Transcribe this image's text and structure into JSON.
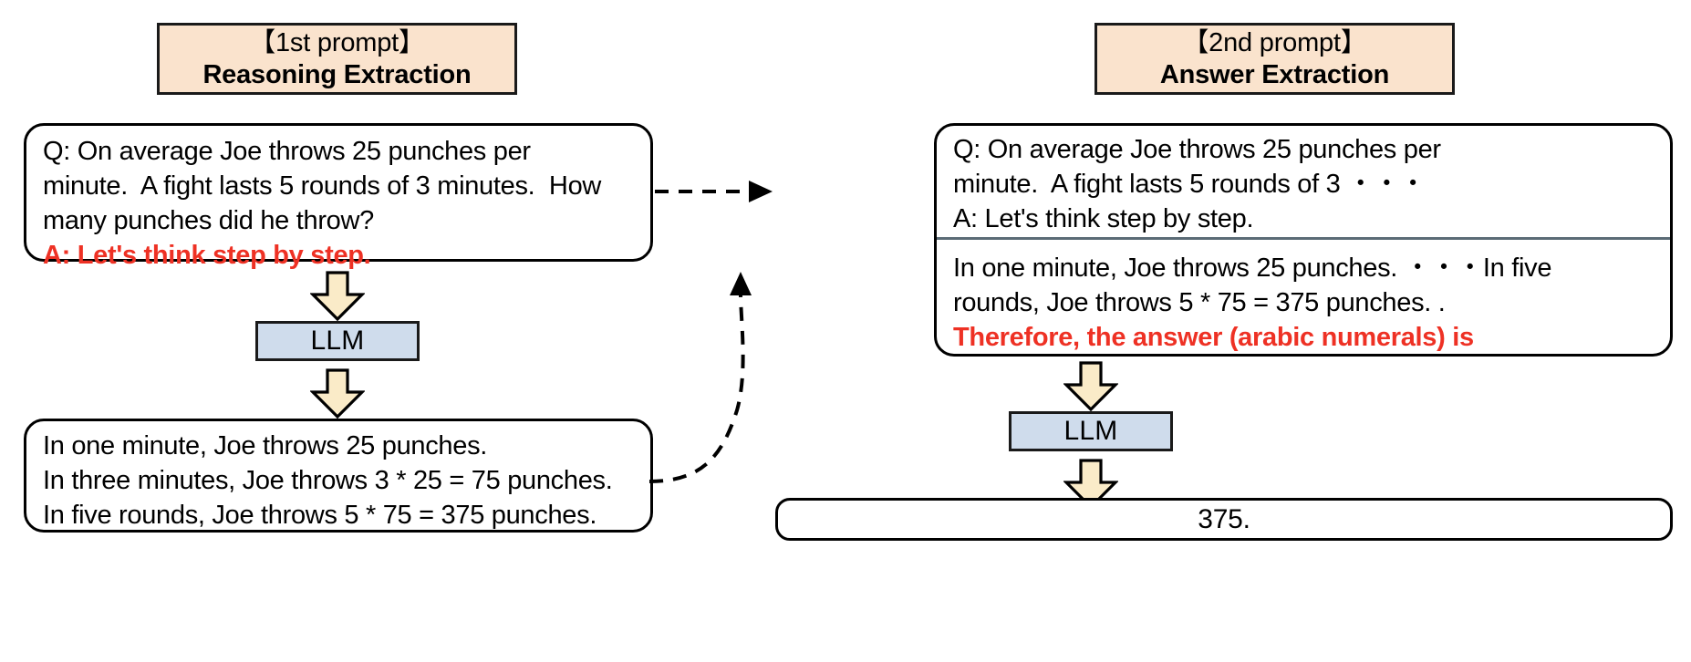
{
  "figure": {
    "title": "Zero-shot Chain-of-Thought two-stage prompting diagram",
    "colors": {
      "header_fill": "#fae3cd",
      "llm_fill": "#cfdcec",
      "arrow_fill": "#faebc8",
      "highlight_red": "#ee3124",
      "divider": "#5b6b76",
      "outline": "#000000",
      "background": "#ffffff"
    }
  },
  "left_stage": {
    "header": {
      "bracket_label": "【1st prompt】",
      "name": "Reasoning Extraction"
    },
    "prompt_box": {
      "question_text": "Q: On average Joe throws 25 punches per\nminute.  A fight lasts 5 rounds of 3 minutes.  How\nmany punches did he throw?",
      "highlight_text": "A: Let's think step by step."
    },
    "model": {
      "label": "LLM"
    },
    "output_box": {
      "text": "In one minute, Joe throws 25 punches.\nIn three minutes, Joe throws 3 * 25 = 75 punches.\nIn five rounds, Joe throws 5 * 75 = 375 punches."
    }
  },
  "right_stage": {
    "header": {
      "bracket_label": "【2nd prompt】",
      "name": "Answer Extraction"
    },
    "prompt_box": {
      "upper_text": "Q: On average Joe throws 25 punches per\nminute.  A fight lasts 5 rounds of 3 ・・・\nA: Let's think step by step.",
      "lower_text": "In one minute, Joe throws 25 punches. ・・・In five\nrounds, Joe throws 5 * 75 = 375 punches. .",
      "highlight_text": "Therefore, the answer (arabic numerals) is"
    },
    "model": {
      "label": "LLM"
    },
    "answer_box": {
      "text": "375."
    }
  },
  "connectors": {
    "arrow_prompt_to_llm": "down-block-arrow",
    "arrow_llm_to_output": "down-block-arrow",
    "arrow_question_to_second_prompt": "dashed-arrow-right",
    "arrow_output_to_second_prompt": "dashed-arrow-curve",
    "arrow_second_prompt_to_llm": "down-block-arrow",
    "arrow_llm_to_answer": "down-block-arrow"
  }
}
